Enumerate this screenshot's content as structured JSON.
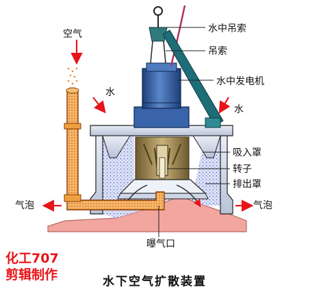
{
  "labels": {
    "air": "空气",
    "water_left": "水",
    "underwater_sling": "水中吊索",
    "sling": "吊索",
    "underwater_generator": "水中发电机",
    "water_right": "水",
    "suction_hood": "吸入罩",
    "rotor": "转子",
    "discharge_hood": "排出罩",
    "bubble_left": "气泡",
    "bubble_right": "气泡",
    "aeration_outlet": "曝气口"
  },
  "brand": {
    "line1": "化工707",
    "line2": "剪辑制作"
  },
  "caption": "水下空气扩散装置",
  "colors": {
    "water_blue": "#c9d2f2",
    "steel_blue": "#2f5aa0",
    "pipe_orange": "#f0a040",
    "base_pink": "#f2a6a0",
    "rotor_brown": "#8f7a45",
    "cable_teal": "#1e6e78",
    "red_arrow": "#e8141a",
    "brand_red": "#e8141a"
  }
}
